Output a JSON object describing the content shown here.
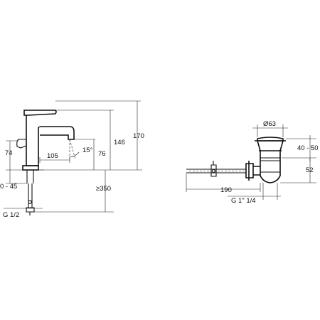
{
  "faucet": {
    "dims": {
      "height_total": "170",
      "height_spout": "146",
      "height_outlet": "76",
      "height_base": "74",
      "reach": "105",
      "angle": "15°",
      "deck_range": "0 - 45",
      "hose_length": "≥350",
      "connection": "G 1/2"
    }
  },
  "waste": {
    "dims": {
      "diameter": "Ø63",
      "range": "40 - 50",
      "body": "52",
      "rod_length": "190",
      "thread": "G 1\" 1/4"
    }
  }
}
